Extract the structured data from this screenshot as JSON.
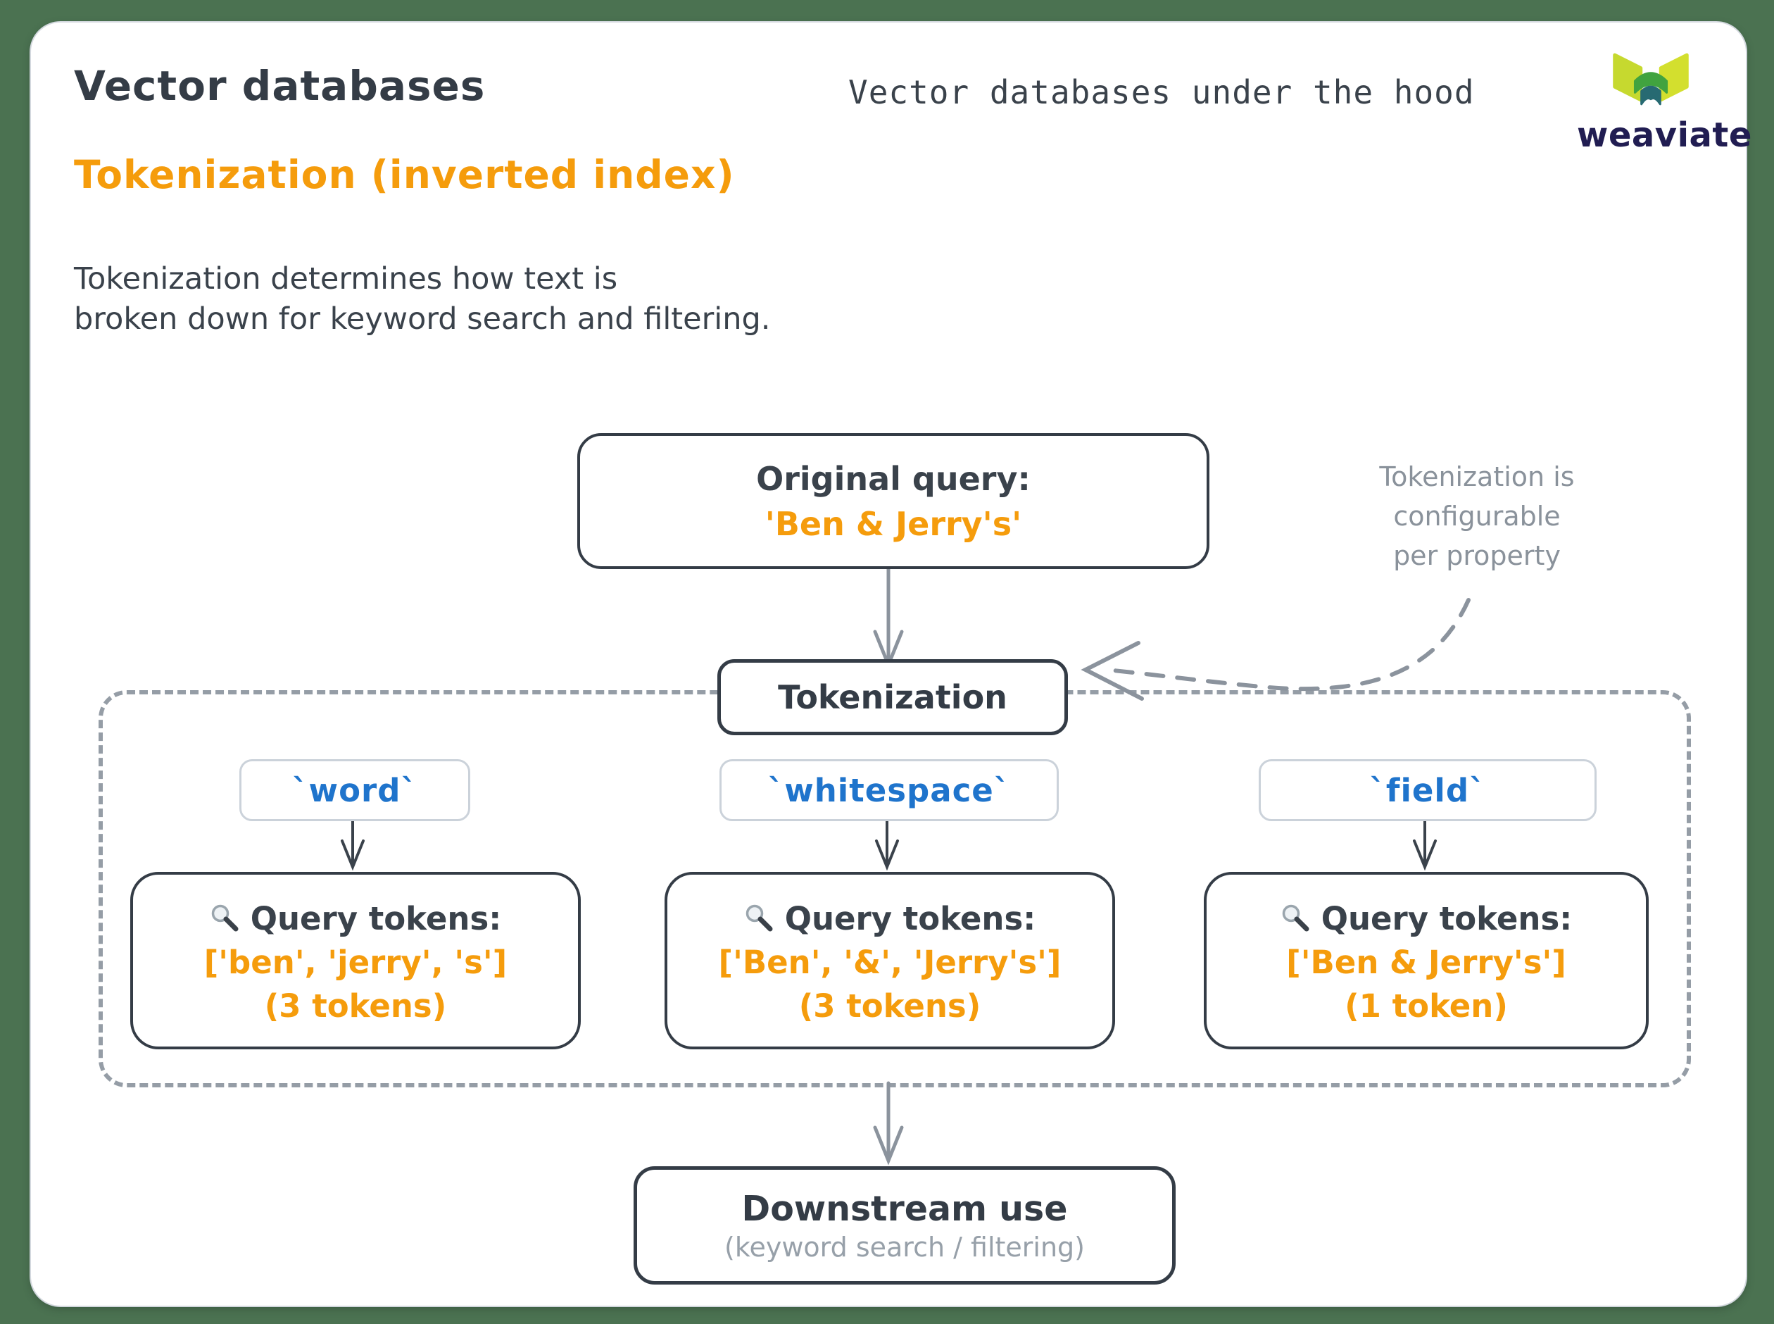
{
  "page": {
    "title": "Vector databases",
    "header_right": "Vector databases under the hood",
    "section_title": "Tokenization (inverted index)",
    "description_line1": "Tokenization determines how text is",
    "description_line2": "broken down for keyword search and filtering.",
    "logo_text": "weaviate"
  },
  "diagram": {
    "original_query": {
      "label": "Original query:",
      "value": "'Ben & Jerry's'"
    },
    "tokenization_label": "Tokenization",
    "note": {
      "line1": "Tokenization is",
      "line2": "configurable",
      "line3": "per property"
    },
    "branches": [
      {
        "method": "`word`",
        "tokens_label": "Query tokens:",
        "tokens": "['ben', 'jerry', 's']",
        "count": "(3 tokens)"
      },
      {
        "method": "`whitespace`",
        "tokens_label": "Query tokens:",
        "tokens": "['Ben', '&', 'Jerry's']",
        "count": "(3 tokens)"
      },
      {
        "method": "`field`",
        "tokens_label": "Query tokens:",
        "tokens": "['Ben & Jerry's']",
        "count": "(1 token)"
      }
    ],
    "downstream": {
      "title": "Downstream use",
      "subtitle": "(keyword search / filtering)"
    }
  },
  "icons": {
    "query_tokens_icon": "magnifier-search-icon",
    "logo_icon": "weaviate-w-mark"
  },
  "colors": {
    "accent_orange": "#F59C0C",
    "accent_blue": "#1F74CC",
    "ink": "#343C46",
    "muted_gray": "#8A929B",
    "dashed_gray": "#959DA6",
    "background_green": "#4B7251",
    "brand_navy": "#211D52",
    "logo_yellow": "#C6D92F",
    "logo_green": "#41A33F",
    "logo_teal": "#276A72"
  }
}
